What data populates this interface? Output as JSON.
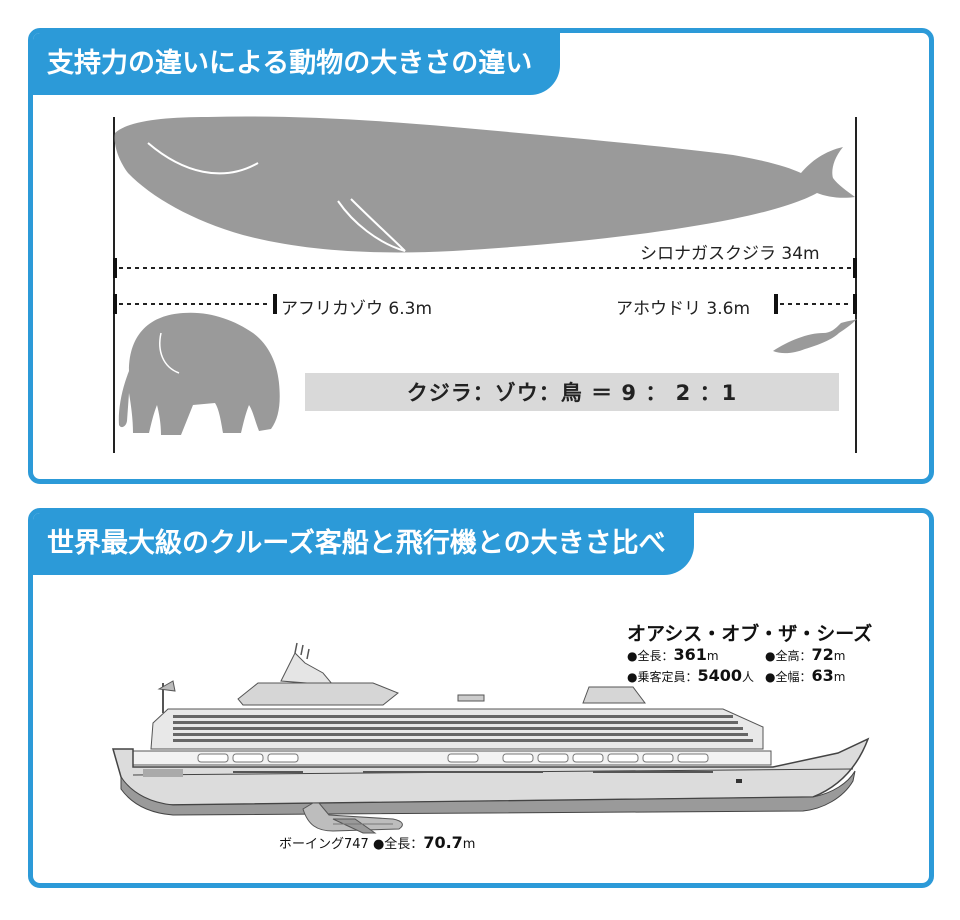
{
  "panel1": {
    "title": "支持力の違いによる動物の大きさの違い",
    "whale_label": "シロナガスクジラ 34m",
    "elephant_label": "アフリカゾウ 6.3m",
    "bird_label": "アホウドリ 3.6m",
    "ratio": "クジラ：ゾウ：鳥 ＝ 9 ： 2 ：1"
  },
  "panel2": {
    "title": "世界最大級のクルーズ客船と飛行機との大きさ比べ",
    "ship": {
      "name": "オアシス・オブ・ザ・シーズ",
      "length_label": "●全長：",
      "length_value": "361",
      "height_label": "●全高：",
      "height_value": "72",
      "passengers_label": "●乗客定員：",
      "passengers_value": "5400",
      "passengers_unit": "人",
      "width_label": "●全幅：",
      "width_value": "63",
      "meter_unit": "m"
    },
    "plane": {
      "name": "ボーイング747",
      "length_label": "●全長：",
      "length_value": "70.7",
      "meter_unit": "m"
    }
  },
  "colors": {
    "accent": "#2c9ad8",
    "silhouette": "#9a9a9a",
    "ratio_box": "#d9d9d9"
  }
}
